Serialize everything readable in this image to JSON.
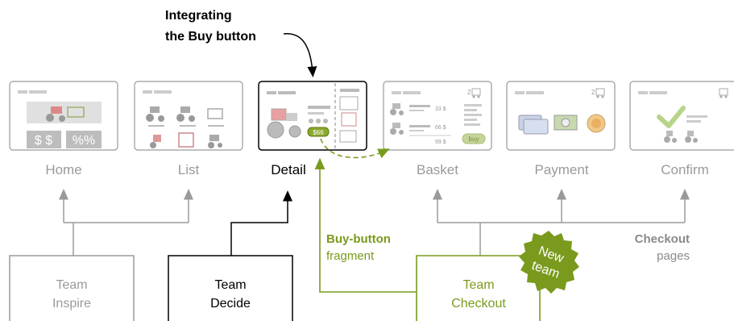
{
  "annotation": {
    "line1": "Integrating",
    "line2": "the Buy button"
  },
  "pages": [
    {
      "label": "Home"
    },
    {
      "label": "List"
    },
    {
      "label": "Detail"
    },
    {
      "label": "Basket"
    },
    {
      "label": "Payment"
    },
    {
      "label": "Confirm"
    }
  ],
  "detail": {
    "price": "$66"
  },
  "basket": {
    "count": "2",
    "prices": [
      "33 $",
      "66 $",
      "99 $"
    ],
    "buy_label": "buy"
  },
  "payment": {
    "count": "2"
  },
  "home": {
    "tiles": [
      "$ $",
      "%%"
    ]
  },
  "fragment": {
    "title": "Buy-button",
    "subtitle": "fragment"
  },
  "checkout_pages": {
    "title": "Checkout",
    "subtitle": "pages"
  },
  "teams": [
    {
      "line1": "Team",
      "line2": "Inspire"
    },
    {
      "line1": "Team",
      "line2": "Decide"
    },
    {
      "line1": "Team",
      "line2": "Checkout"
    }
  ],
  "badge": {
    "line1": "New",
    "line2": "team"
  },
  "colors": {
    "green": "#7a9a1d",
    "gray": "#9a9a9a",
    "black": "#000000"
  }
}
